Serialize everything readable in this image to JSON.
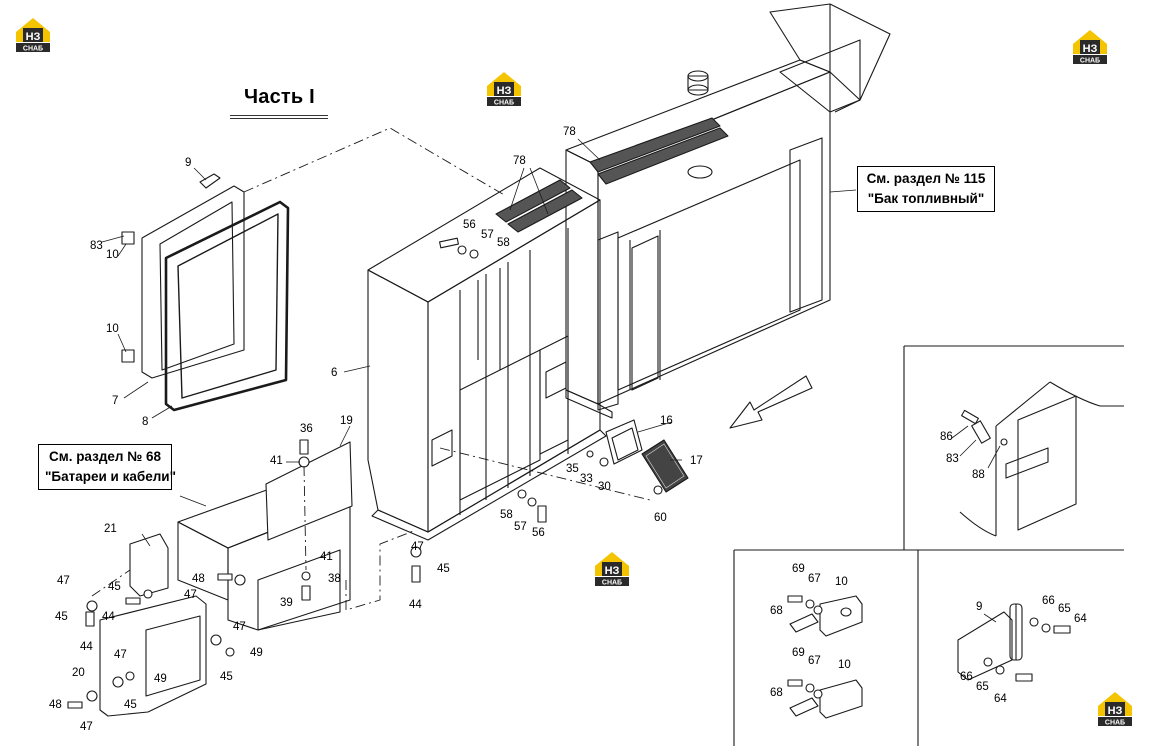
{
  "title": "Часть I",
  "logo_text": {
    "top": "НЗ",
    "bottom": "СНАБ"
  },
  "callouts": [
    {
      "line1": "См. раздел № 115",
      "line2": "\"Бак топливный\""
    },
    {
      "line1": "См. раздел № 68",
      "line2": "\"Батареи и кабели\""
    }
  ],
  "parts": [
    "9",
    "83",
    "10",
    "10",
    "7",
    "8",
    "78",
    "78",
    "56",
    "57",
    "58",
    "6",
    "16",
    "17",
    "35",
    "33",
    "30",
    "60",
    "58",
    "57",
    "56",
    "36",
    "19",
    "41",
    "41",
    "38",
    "39",
    "47",
    "45",
    "44",
    "21",
    "48",
    "47",
    "45",
    "44",
    "47",
    "45",
    "44",
    "20",
    "47",
    "45",
    "49",
    "47",
    "45",
    "49",
    "48",
    "47",
    "86",
    "83",
    "88",
    "69",
    "67",
    "10",
    "68",
    "69",
    "67",
    "10",
    "68",
    "9",
    "66",
    "65",
    "64",
    "66",
    "65",
    "64"
  ],
  "colors": {
    "line": "#1a1a1a",
    "logo_yellow": "#f4c400",
    "logo_dark": "#2a2a2a"
  }
}
